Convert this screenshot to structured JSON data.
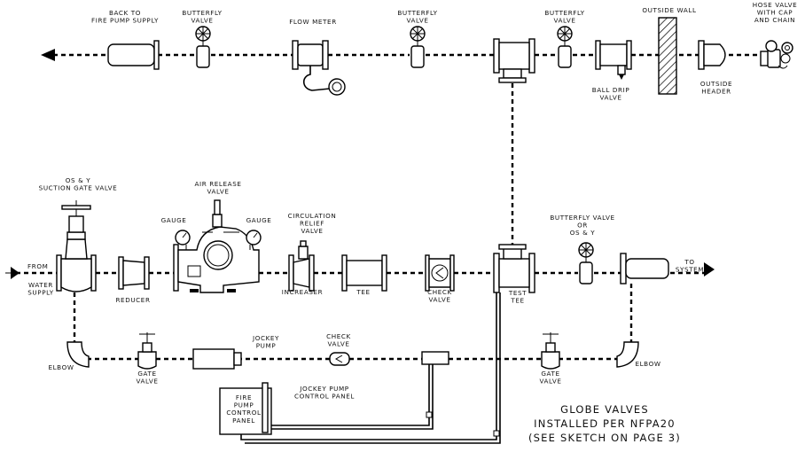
{
  "labels": {
    "back_to_supply": [
      "BACK TO",
      "FIRE PUMP SUPPLY"
    ],
    "butterfly_valve_1": [
      "BUTTERFLY",
      "VALVE"
    ],
    "flow_meter": [
      "FLOW METER"
    ],
    "butterfly_valve_2": [
      "BUTTERFLY",
      "VALVE"
    ],
    "butterfly_valve_3": [
      "BUTTERFLY",
      "VALVE"
    ],
    "outside_wall": [
      "OUTSIDE WALL"
    ],
    "hose_valve": [
      "HOSE VALVE",
      "WITH CAP",
      "AND CHAIN"
    ],
    "ball_drip_valve": [
      "BALL DRIP",
      "VALVE"
    ],
    "outside_header": [
      "OUTSIDE",
      "HEADER"
    ],
    "os_y_suction": [
      "OS & Y",
      "SUCTION GATE VALVE"
    ],
    "air_release_valve": [
      "AIR RELEASE",
      "VALVE"
    ],
    "gauge_left": [
      "GAUGE"
    ],
    "gauge_right": [
      "GAUGE"
    ],
    "circulation_relief": [
      "CIRCULATION",
      "RELIEF",
      "VALVE"
    ],
    "butterfly_or_osy": [
      "BUTTERFLY VALVE",
      "OR",
      "OS & Y"
    ],
    "from": [
      "FROM"
    ],
    "water_supply": [
      "WATER",
      "SUPPLY"
    ],
    "reducer": [
      "REDUCER"
    ],
    "increaser": [
      "INCREASER"
    ],
    "tee": [
      "TEE"
    ],
    "check_valve_main": [
      "CHECK",
      "VALVE"
    ],
    "test_tee": [
      "TEST",
      "TEE"
    ],
    "to_system": [
      "TO",
      "SYSTEM"
    ],
    "elbow_left": [
      "ELBOW"
    ],
    "gate_valve_left": [
      "GATE",
      "VALVE"
    ],
    "jockey_pump": [
      "JOCKEY",
      "PUMP"
    ],
    "check_valve_jockey": [
      "CHECK",
      "VALVE"
    ],
    "gate_valve_right": [
      "GATE",
      "VALVE"
    ],
    "elbow_right": [
      "ELBOW"
    ],
    "fire_pump_control_panel": [
      "FIRE",
      "PUMP",
      "CONTROL",
      "PANEL"
    ],
    "jockey_pump_control_panel": [
      "JOCKEY PUMP",
      "CONTROL PANEL"
    ]
  },
  "note": [
    "GLOBE VALVES",
    "INSTALLED PER NFPA20",
    "(SEE SKETCH ON PAGE 3)"
  ]
}
